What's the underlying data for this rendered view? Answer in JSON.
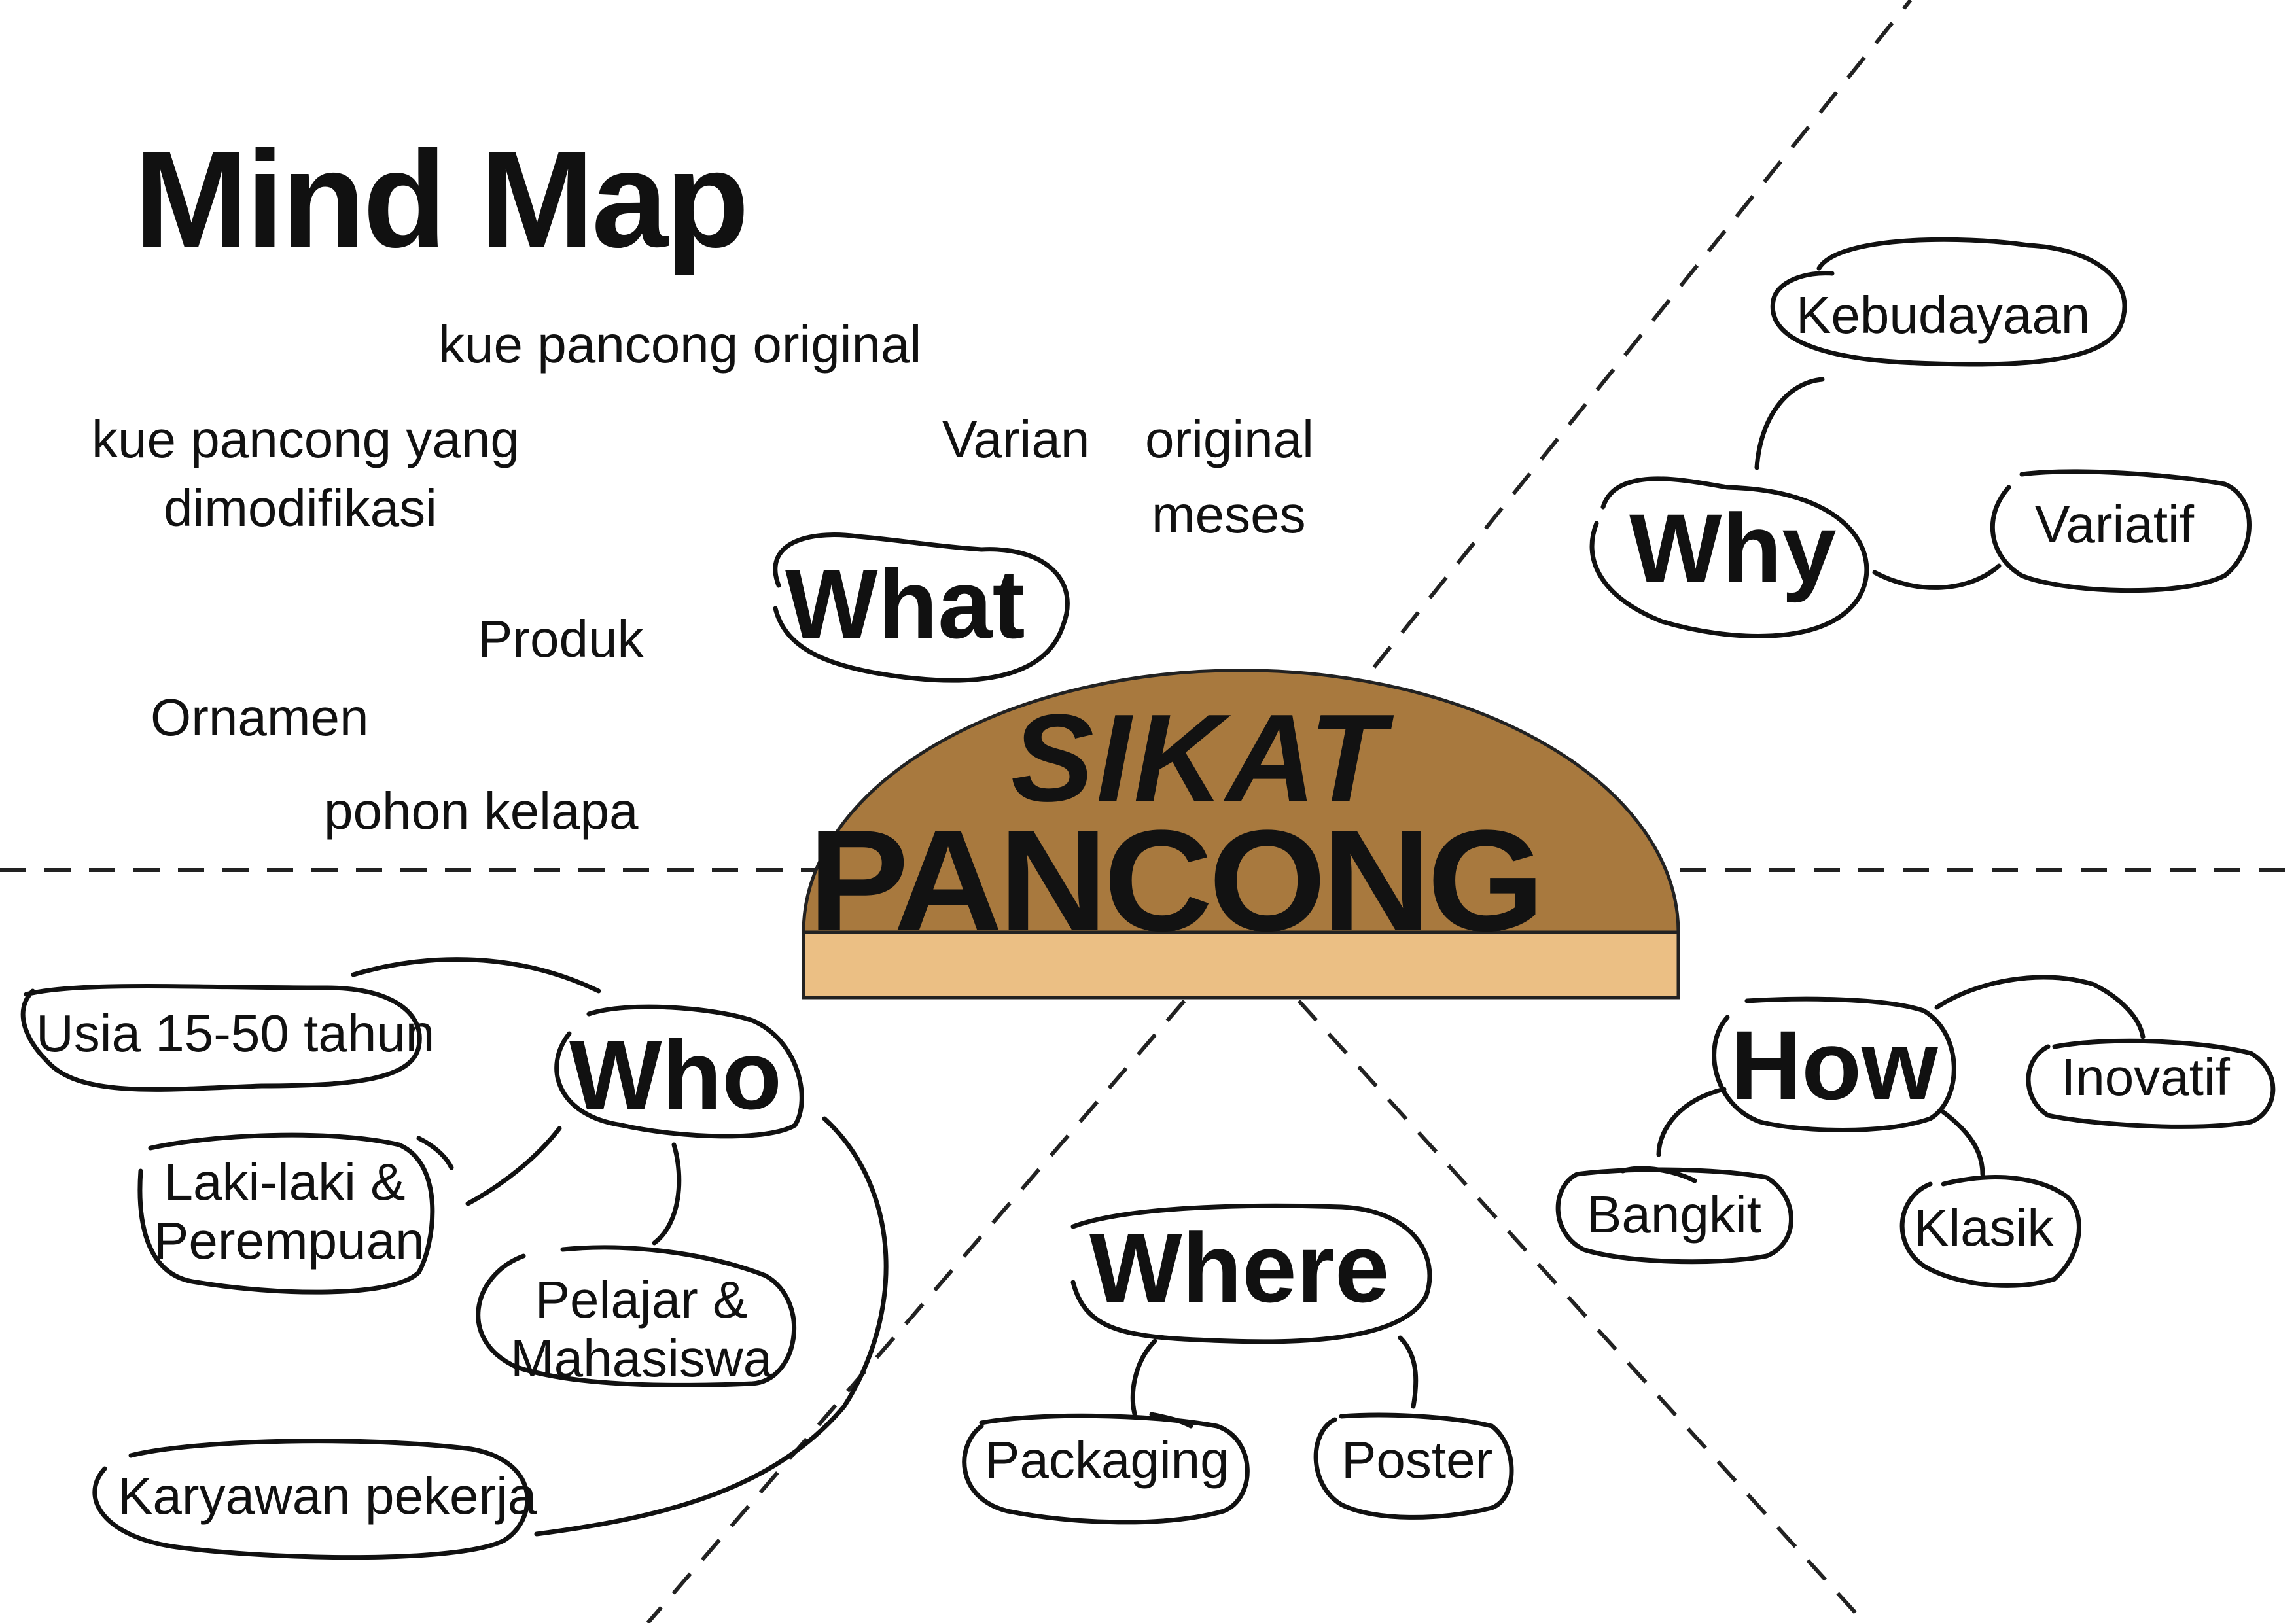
{
  "title": "Mind Map",
  "center": {
    "line1": "SIKAT",
    "line2": "PANCONG",
    "colors": {
      "dome": "#a8793e",
      "base": "#ebbf84",
      "outline": "#222222"
    }
  },
  "what": {
    "label": "What",
    "produk": "Produk",
    "product_items": [
      "kue pancong original",
      "kue pancong yang",
      "dimodifikasi"
    ],
    "varian": "Varian",
    "varian_items": [
      "original",
      "meses"
    ],
    "ornamen": "Ornamen",
    "ornamen_item": "pohon kelapa"
  },
  "why": {
    "label": "Why",
    "items": [
      "Kebudayaan",
      "Variatif"
    ]
  },
  "who": {
    "label": "Who",
    "items": [
      "Usia 15-50 tahun",
      "Laki-laki &",
      "Perempuan",
      "Pelajar &",
      "Mahasiswa",
      "Karyawan pekerja"
    ]
  },
  "where": {
    "label": "Where",
    "items": [
      "Packaging",
      "Poster"
    ]
  },
  "how": {
    "label": "How",
    "items": [
      "Inovatif",
      "Bangkit",
      "Klasik"
    ]
  }
}
